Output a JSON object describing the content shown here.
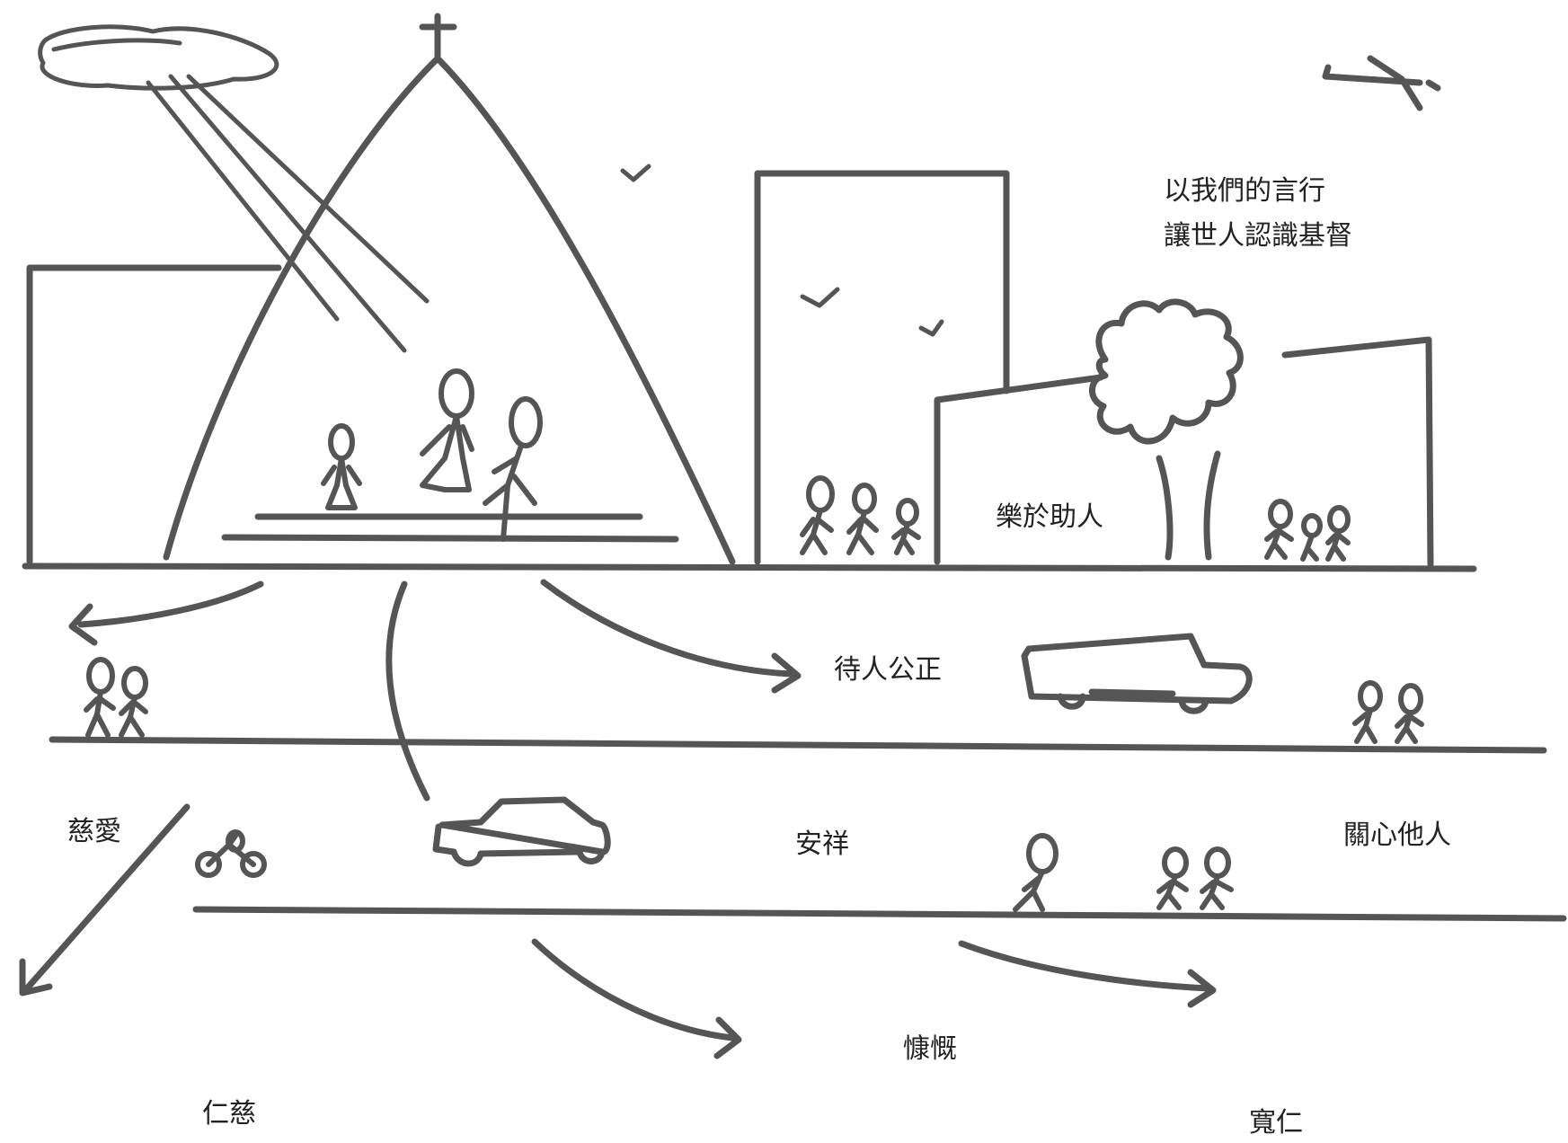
{
  "motto": {
    "line1": "以我們的言行",
    "line2": "讓世人認識基督"
  },
  "labels": {
    "helping_others": "樂於助人",
    "fairness": "待人公正",
    "love": "慈愛",
    "peace": "安祥",
    "caring": "關心他人",
    "generosity": "慷慨",
    "kindness": "仁慈",
    "tolerance": "寬仁"
  },
  "colors": {
    "ink": "#555555",
    "text": "#222222",
    "background": "#ffffff"
  }
}
